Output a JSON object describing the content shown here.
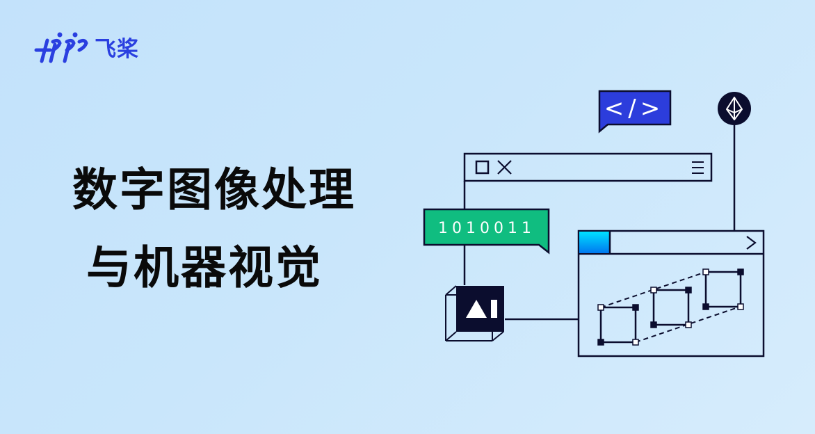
{
  "brand": {
    "logo_text": "飞桨",
    "logo_icon": "paddlepaddle-logo-icon",
    "color": "#2a3fe0"
  },
  "headline": {
    "line1": "数字图像处理",
    "line2": "与机器视觉"
  },
  "illustration": {
    "code_bubble_text": "</>",
    "binary_bubble_text": "1010011",
    "ai_block_text": "AI",
    "icons": [
      "window-square-icon",
      "close-icon",
      "hamburger-menu-icon",
      "chevron-right-icon",
      "ethereum-icon"
    ],
    "colors": {
      "outline": "#0b0d2e",
      "code_bubble": "#2c3ddc",
      "binary_bubble": "#10bd80",
      "tab_gradient_top": "#00e0ff",
      "tab_gradient_bottom": "#0078f0"
    }
  }
}
